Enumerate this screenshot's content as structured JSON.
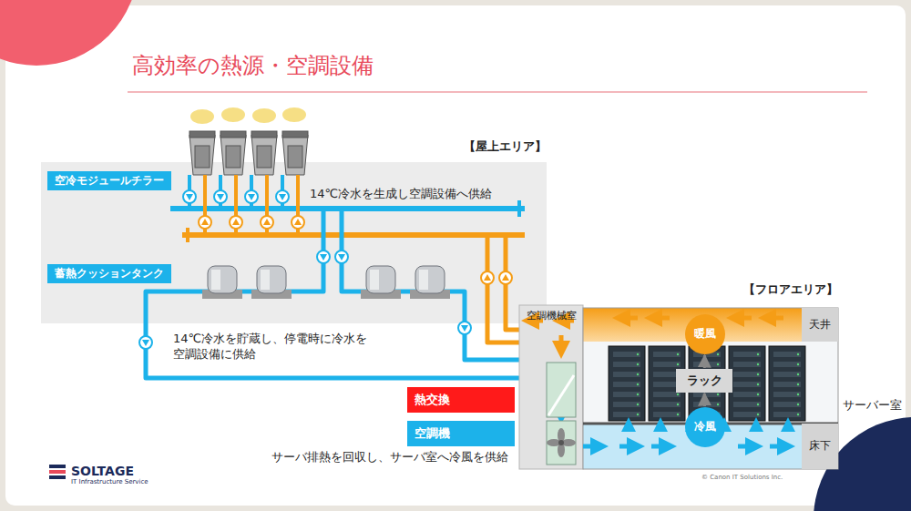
{
  "diagram": {
    "title": "高効率の熱源・空調設備",
    "nodes": [
      {
        "text": [
          "【屋上エリア】"
        ]
      },
      {
        "text": [
          "空冷モジュールチラー"
        ],
        "in": 0
      },
      {
        "text": [
          "蓄熱クッションタンク"
        ],
        "in": 0
      },
      {
        "text": [
          "【フロアエリア】"
        ]
      },
      {
        "text": [
          "空調機械室"
        ],
        "in": 3
      },
      {
        "text": [
          "天井"
        ],
        "in": 3
      },
      {
        "text": [
          "暖風"
        ],
        "in": 3
      },
      {
        "text": [
          "ラック"
        ],
        "in": 3
      },
      {
        "text": [
          "冷風"
        ],
        "in": 3
      },
      {
        "text": [
          "床下"
        ],
        "in": 3
      },
      {
        "text": [
          "熱交換"
        ]
      },
      {
        "text": [
          "空調機"
        ]
      }
    ],
    "edges": [
      {
        "from": 7,
        "to": 6,
        "arrow": "to"
      },
      {
        "from": 8,
        "to": 7,
        "arrow": "to"
      }
    ],
    "labels": [
      "14℃冷水を生成し空調設備へ供給",
      "14℃冷水を貯蔵し、停電時に冷水を 空調設備に供給",
      "サーバー室",
      "サーバ排熱を回収し、サーバ室へ冷風を供給",
      "SOLTAGE",
      "IT Infrastructure Service",
      "© Canon IT Solutions Inc."
    ]
  }
}
